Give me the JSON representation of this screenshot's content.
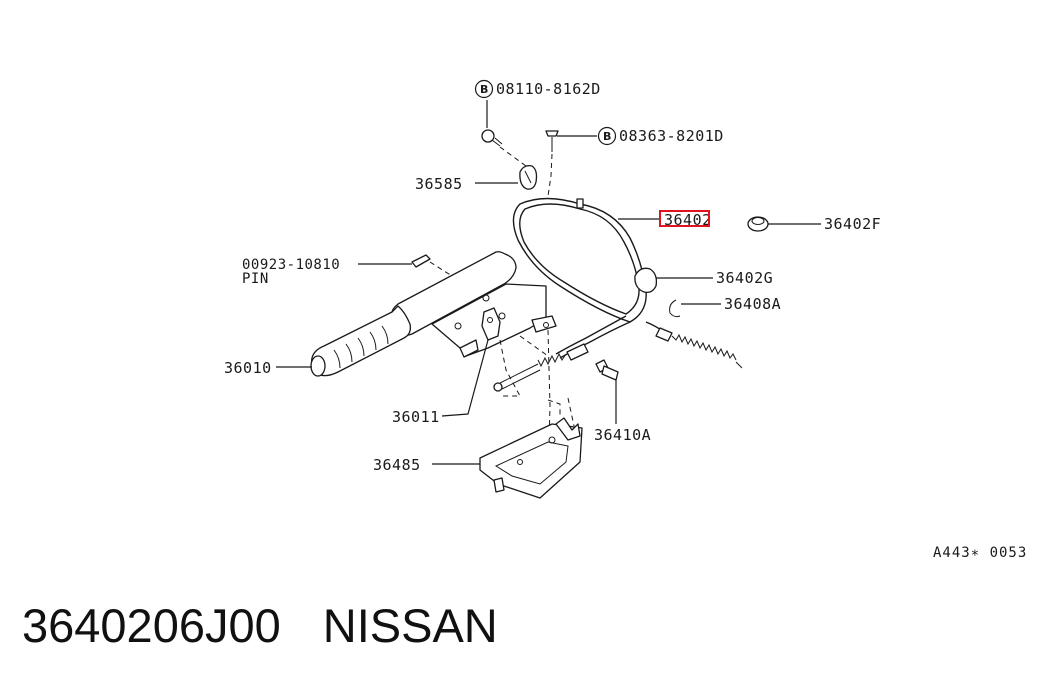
{
  "labels": {
    "bolt_1": "08110-8162D",
    "bolt_2": "08363-8201D",
    "clip": "36585",
    "cable": "36402",
    "grommet": "36402F",
    "lock_plate": "36402G",
    "spring": "36408A",
    "pin_number": "00923-10810",
    "pin_name": "PIN",
    "lever": "36010",
    "lever_part": "36011",
    "bolt_3": "36410A",
    "bracket": "36485",
    "bolt_marker": "B"
  },
  "reference_code": "A443∗ 0053",
  "caption": {
    "part_number": "3640206J00",
    "brand": "NISSAN"
  },
  "highlight_color": "#e0141e"
}
